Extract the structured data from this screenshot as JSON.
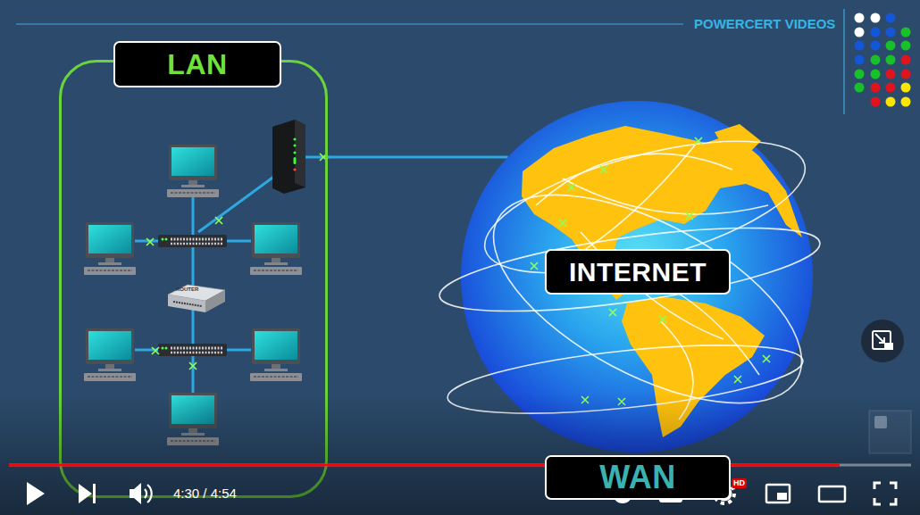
{
  "diagram": {
    "nodes": [
      {
        "text": [
          "LAN"
        ]
      },
      {
        "text": [
          "INTERNET"
        ]
      },
      {
        "text": [
          "WAN"
        ]
      }
    ],
    "edges": [
      {
        "from": 0,
        "to": 1,
        "arrow": "none"
      }
    ],
    "labels": [
      "POWERCERT VIDEOS",
      "ROUTER",
      "4:30 / 4:54",
      "HD"
    ]
  }
}
